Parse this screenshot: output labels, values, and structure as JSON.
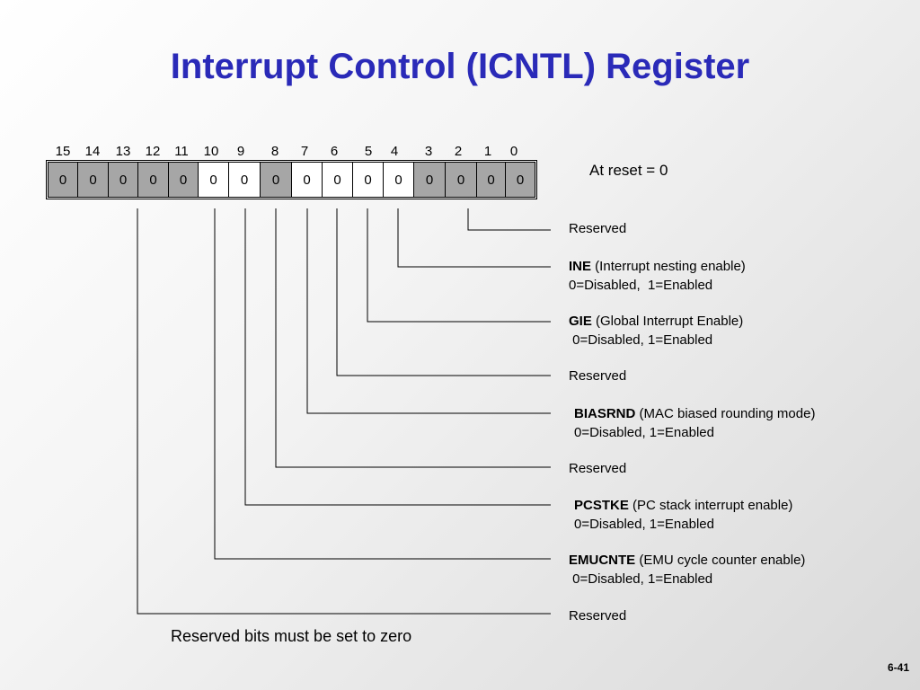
{
  "title": "Interrupt Control (ICNTL) Register",
  "bit_numbers": [
    "15",
    "14",
    "13",
    "12",
    "11",
    "10",
    "9",
    "8",
    "7",
    "6",
    "5",
    "4",
    "3",
    "2",
    "1",
    "0"
  ],
  "bit_values": [
    "0",
    "0",
    "0",
    "0",
    "0",
    "0",
    "0",
    "0",
    "0",
    "0",
    "0",
    "0",
    "0",
    "0",
    "0",
    "0"
  ],
  "reset_text": "At reset = 0",
  "fields": [
    {
      "name": "",
      "desc": "Reserved",
      "detail": ""
    },
    {
      "name": "INE",
      "desc": " (Interrupt nesting enable)",
      "detail": "0=Disabled,  1=Enabled"
    },
    {
      "name": "GIE",
      "desc": " (Global Interrupt Enable)",
      "detail": " 0=Disabled, 1=Enabled"
    },
    {
      "name": "",
      "desc": "Reserved",
      "detail": ""
    },
    {
      "name": "BIASRND",
      "desc": " (MAC biased rounding mode)",
      "detail": "0=Disabled, 1=Enabled"
    },
    {
      "name": "",
      "desc": "Reserved",
      "detail": ""
    },
    {
      "name": "PCSTKE",
      "desc": " (PC stack interrupt enable)",
      "detail": "0=Disabled, 1=Enabled"
    },
    {
      "name": "EMUCNTE",
      "desc": " (EMU cycle counter enable)",
      "detail": " 0=Disabled, 1=Enabled"
    },
    {
      "name": "",
      "desc": "Reserved",
      "detail": ""
    }
  ],
  "footer_note": "Reserved bits must be set to zero",
  "page_number": "6-41",
  "colors": {
    "title": "#2a2ab8",
    "shaded_bit": "#a6a6a6",
    "clear_bit": "#ffffff"
  }
}
